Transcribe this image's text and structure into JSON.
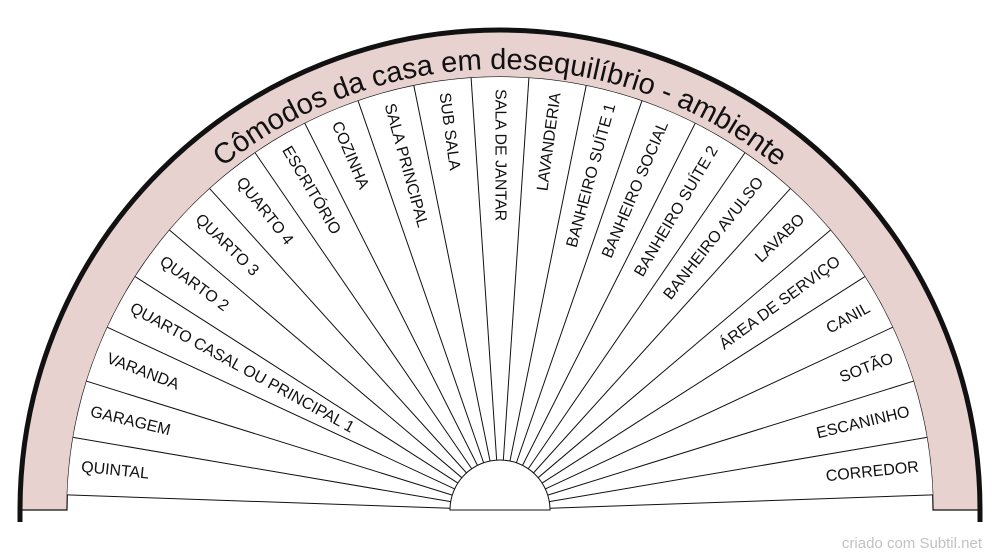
{
  "title": "Cômodos da casa em desequilíbrio - ambiente",
  "credit": "criado com Subtil.net",
  "colors": {
    "ring": "#e8d2d0",
    "line": "#111111",
    "background": "#ffffff"
  },
  "sectors": [
    "QUINTAL",
    "GARAGEM",
    "VARANDA",
    "QUARTO CASAL OU PRINCIPAL 1",
    "QUARTO 2",
    "QUARTO 3",
    "QUARTO 4",
    "ESCRITÓRIO",
    "COZINHA",
    "SALA PRINCIPAL",
    "SUB SALA",
    "SALA DE JANTAR",
    "LAVANDERIA",
    "BANHEIRO SUÍTE 1",
    "BANHEIRO SOCIAL",
    "BANHEIRO SUÍTE 2",
    "BANHEIRO AVULSO",
    "LAVABO",
    "ÁREA DE SERVIÇO",
    "CANIL",
    "SOTÃO",
    "ESCANINHO",
    "CORREDOR"
  ]
}
